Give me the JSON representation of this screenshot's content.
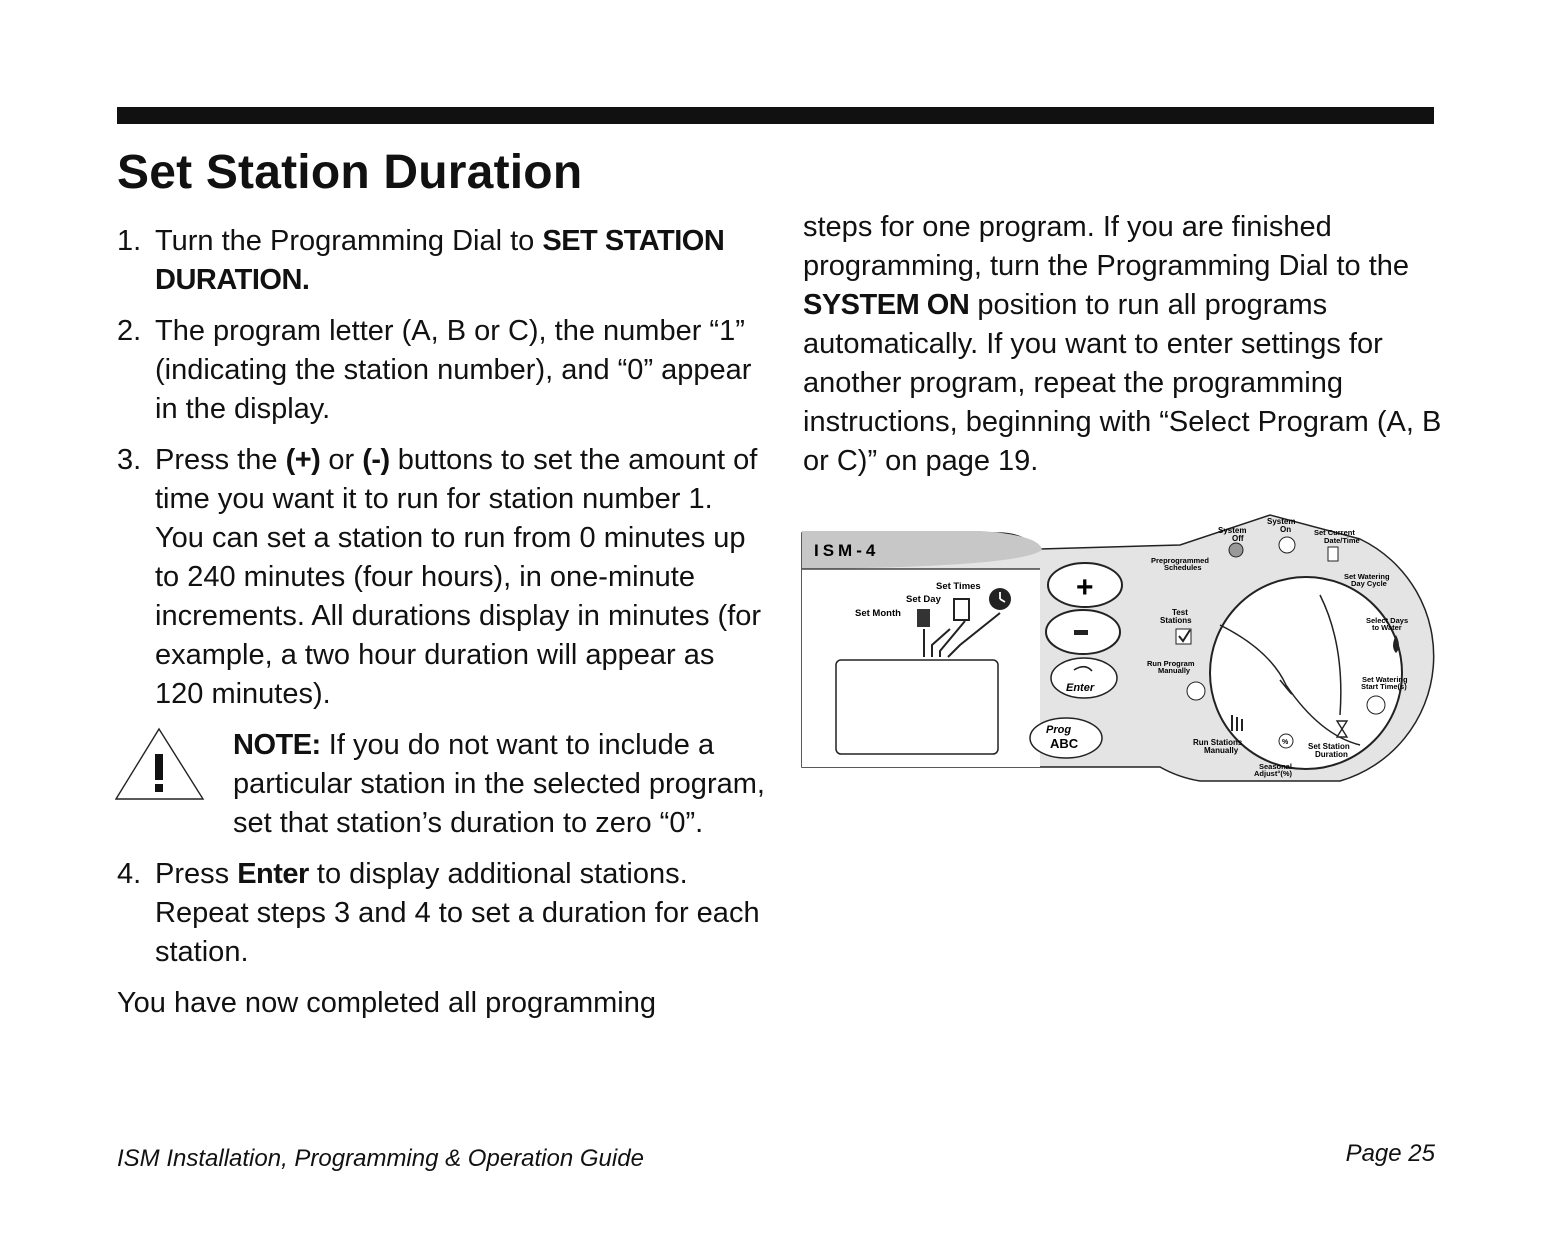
{
  "title": "Set Station Duration",
  "steps": [
    {
      "num": "1.",
      "pre": "Turn the Programming Dial to ",
      "bold": "SET STATION DURATION.",
      "post": ""
    },
    {
      "num": "2.",
      "text": "The program letter (A, B or C), the number “1” (indicating the station number), and “0” appear in the display."
    },
    {
      "num": "3.",
      "pre": "Press the ",
      "plus": "(+)",
      "mid": " or ",
      "minus": "(-)",
      "post": " buttons to set the amount of time you want it to run for station number 1. You can set a station to run from 0 minutes up to 240 minutes (four hours), in one-minute increments. All durations display in minutes (for example, a two hour duration will appear as 120 minutes)."
    },
    {
      "num": "4.",
      "pre": "Press ",
      "bold": "Enter",
      "post": " to display additional stations. Repeat steps 3 and 4 to set a duration for each station."
    }
  ],
  "note": {
    "label": "NOTE:",
    "text": " If you do not want to include a particular station in the selected program, set that station’s duration to zero “0”.",
    "icon": "warning-triangle-icon"
  },
  "left_tail": "You have now completed all programming",
  "right_col": {
    "pre": "steps for one program. If you are finished programming, turn the Programming Dial to the ",
    "bold": "SYSTEM ON",
    "post": " position to run all programs automatically. If you want to enter settings for another program, repeat the programming instructions, beginning with “Select Program (A, B or C)” on page 19."
  },
  "figure": {
    "model": "ISM-4",
    "labels": {
      "set_times": "Set Times",
      "set_day": "Set Day",
      "set_month": "Set Month",
      "enter": "Enter",
      "prog": "Prog",
      "abc": "ABC",
      "system_off_1": "System",
      "system_off_2": "Off",
      "system_on_1": "System",
      "system_on_2": "On",
      "set_current_1": "Set Current",
      "set_current_2": "Date/Time",
      "preprog_1": "Preprogrammed",
      "preprog_2": "Schedules",
      "watering_cycle_1": "Set Watering",
      "watering_cycle_2": "Day Cycle",
      "test_1": "Test",
      "test_2": "Stations",
      "select_days_1": "Select  Days",
      "select_days_2": "to Water",
      "run_program_1": "Run Program",
      "run_program_2": "Manually",
      "start_times_1": "Set Watering",
      "start_times_2": "Start Time(s)",
      "run_stations_1": "Run Stations",
      "run_stations_2": "Manually",
      "seasonal_1": "Seasonal",
      "seasonal_2": "Adjust°(%)",
      "station_duration_1": "Set Station",
      "station_duration_2": "Duration"
    }
  },
  "footer": {
    "guide": "ISM Installation, Programming & Operation Guide",
    "page": "Page 25"
  }
}
